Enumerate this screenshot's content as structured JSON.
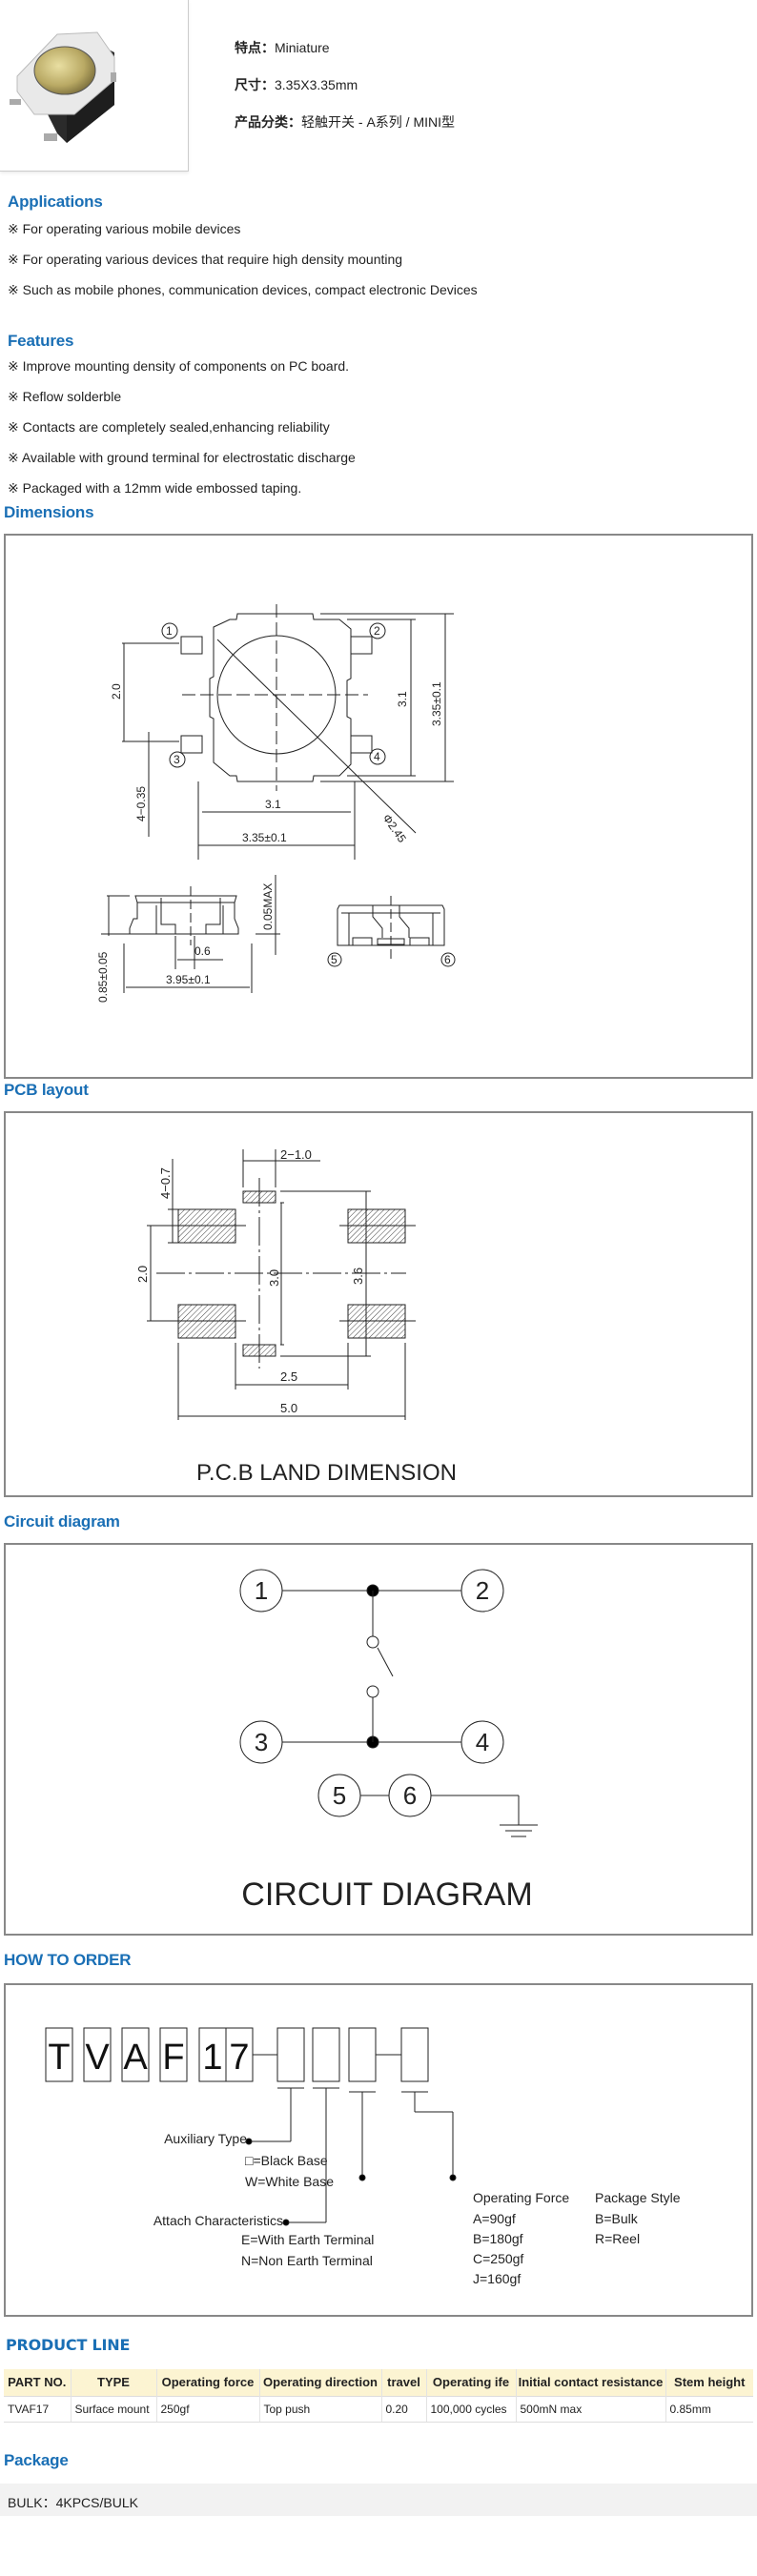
{
  "product": {
    "image_icon": "tact-switch-photo",
    "attributes": [
      {
        "label": "特点：",
        "value": "Miniature"
      },
      {
        "label": "尺寸：",
        "value": "3.35X3.35mm"
      },
      {
        "label": "产品分类：",
        "value": "轻触开关 - A系列 / MINI型"
      }
    ]
  },
  "applications": {
    "title": "Applications",
    "items": [
      "※ For operating various mobile devices",
      "※ For operating various devices that require high density mounting",
      "※ Such as mobile phones, communication devices, compact electronic Devices"
    ]
  },
  "features": {
    "title": "Features",
    "items": [
      "※ Improve mounting density of components on PC board.",
      "※ Reflow solderble",
      "※ Contacts are completely sealed,enhancing reliability",
      "※ Available with ground terminal for electrostatic discharge",
      "※ Packaged with a 12mm wide embossed taping."
    ]
  },
  "dimensions": {
    "title": "Dimensions",
    "labels": {
      "p1": "1",
      "p2": "2",
      "p3": "3",
      "p4": "4",
      "p5": "5",
      "p6": "6",
      "pitch": "2.0",
      "inner_h": "3.1",
      "outer_h": "3.35±0.1",
      "inner_w": "3.1",
      "outer_w": "3.35±0.1",
      "lead": "4−0.35",
      "dia": "Φ2.45",
      "flat": "0.05MAX",
      "height": "0.85±0.05",
      "stem": "0.6",
      "total_w": "3.95±0.1"
    }
  },
  "pcb": {
    "title": "PCB layout",
    "labels": {
      "pad_w": "4−0.7",
      "gnd_w": "2−1.0",
      "pitch": "2.0",
      "gnd_pitch": "3.0",
      "total_h": "3.6",
      "gap": "2.5",
      "total_w": "5.0"
    },
    "caption": "P.C.B LAND DIMENSION"
  },
  "circuit": {
    "title": "Circuit diagram",
    "pins": [
      "1",
      "2",
      "3",
      "4",
      "5",
      "6"
    ],
    "caption": "CIRCUIT DIAGRAM"
  },
  "order": {
    "title": "HOW TO ORDER",
    "code_chars": [
      "T",
      "V",
      "A",
      "F",
      "1",
      "7"
    ],
    "aux": {
      "title": "Auxiliary Type",
      "opts": [
        "□=Black Base",
        "W=White Base"
      ]
    },
    "attach": {
      "title": "Attach Characteristics",
      "opts": [
        "E=With Earth Terminal",
        "N=Non Earth Terminal"
      ]
    },
    "force": {
      "title": "Operating Force",
      "opts": [
        "A=90gf",
        "B=180gf",
        "C=250gf",
        "J=160gf"
      ]
    },
    "pack": {
      "title": "Package Style",
      "opts": [
        "B=Bulk",
        "R=Reel"
      ]
    }
  },
  "product_line": {
    "title": "PRODUCT LINE",
    "headers": [
      "PART NO.",
      "TYPE",
      "Operating force",
      "Operating direction",
      "travel",
      "Operating ife",
      "Initial contact resistance",
      "Stem height"
    ],
    "rows": [
      [
        "TVAF17",
        "Surface mount",
        "250gf",
        "Top push",
        "0.20",
        "100,000 cycles",
        "500mN max",
        "0.85mm"
      ]
    ],
    "header_bg": "#fcf4d2"
  },
  "package": {
    "title": "Package",
    "text": "BULK：4KPCS/BULK"
  },
  "colors": {
    "heading": "#1a6fb5",
    "border": "#888888"
  }
}
